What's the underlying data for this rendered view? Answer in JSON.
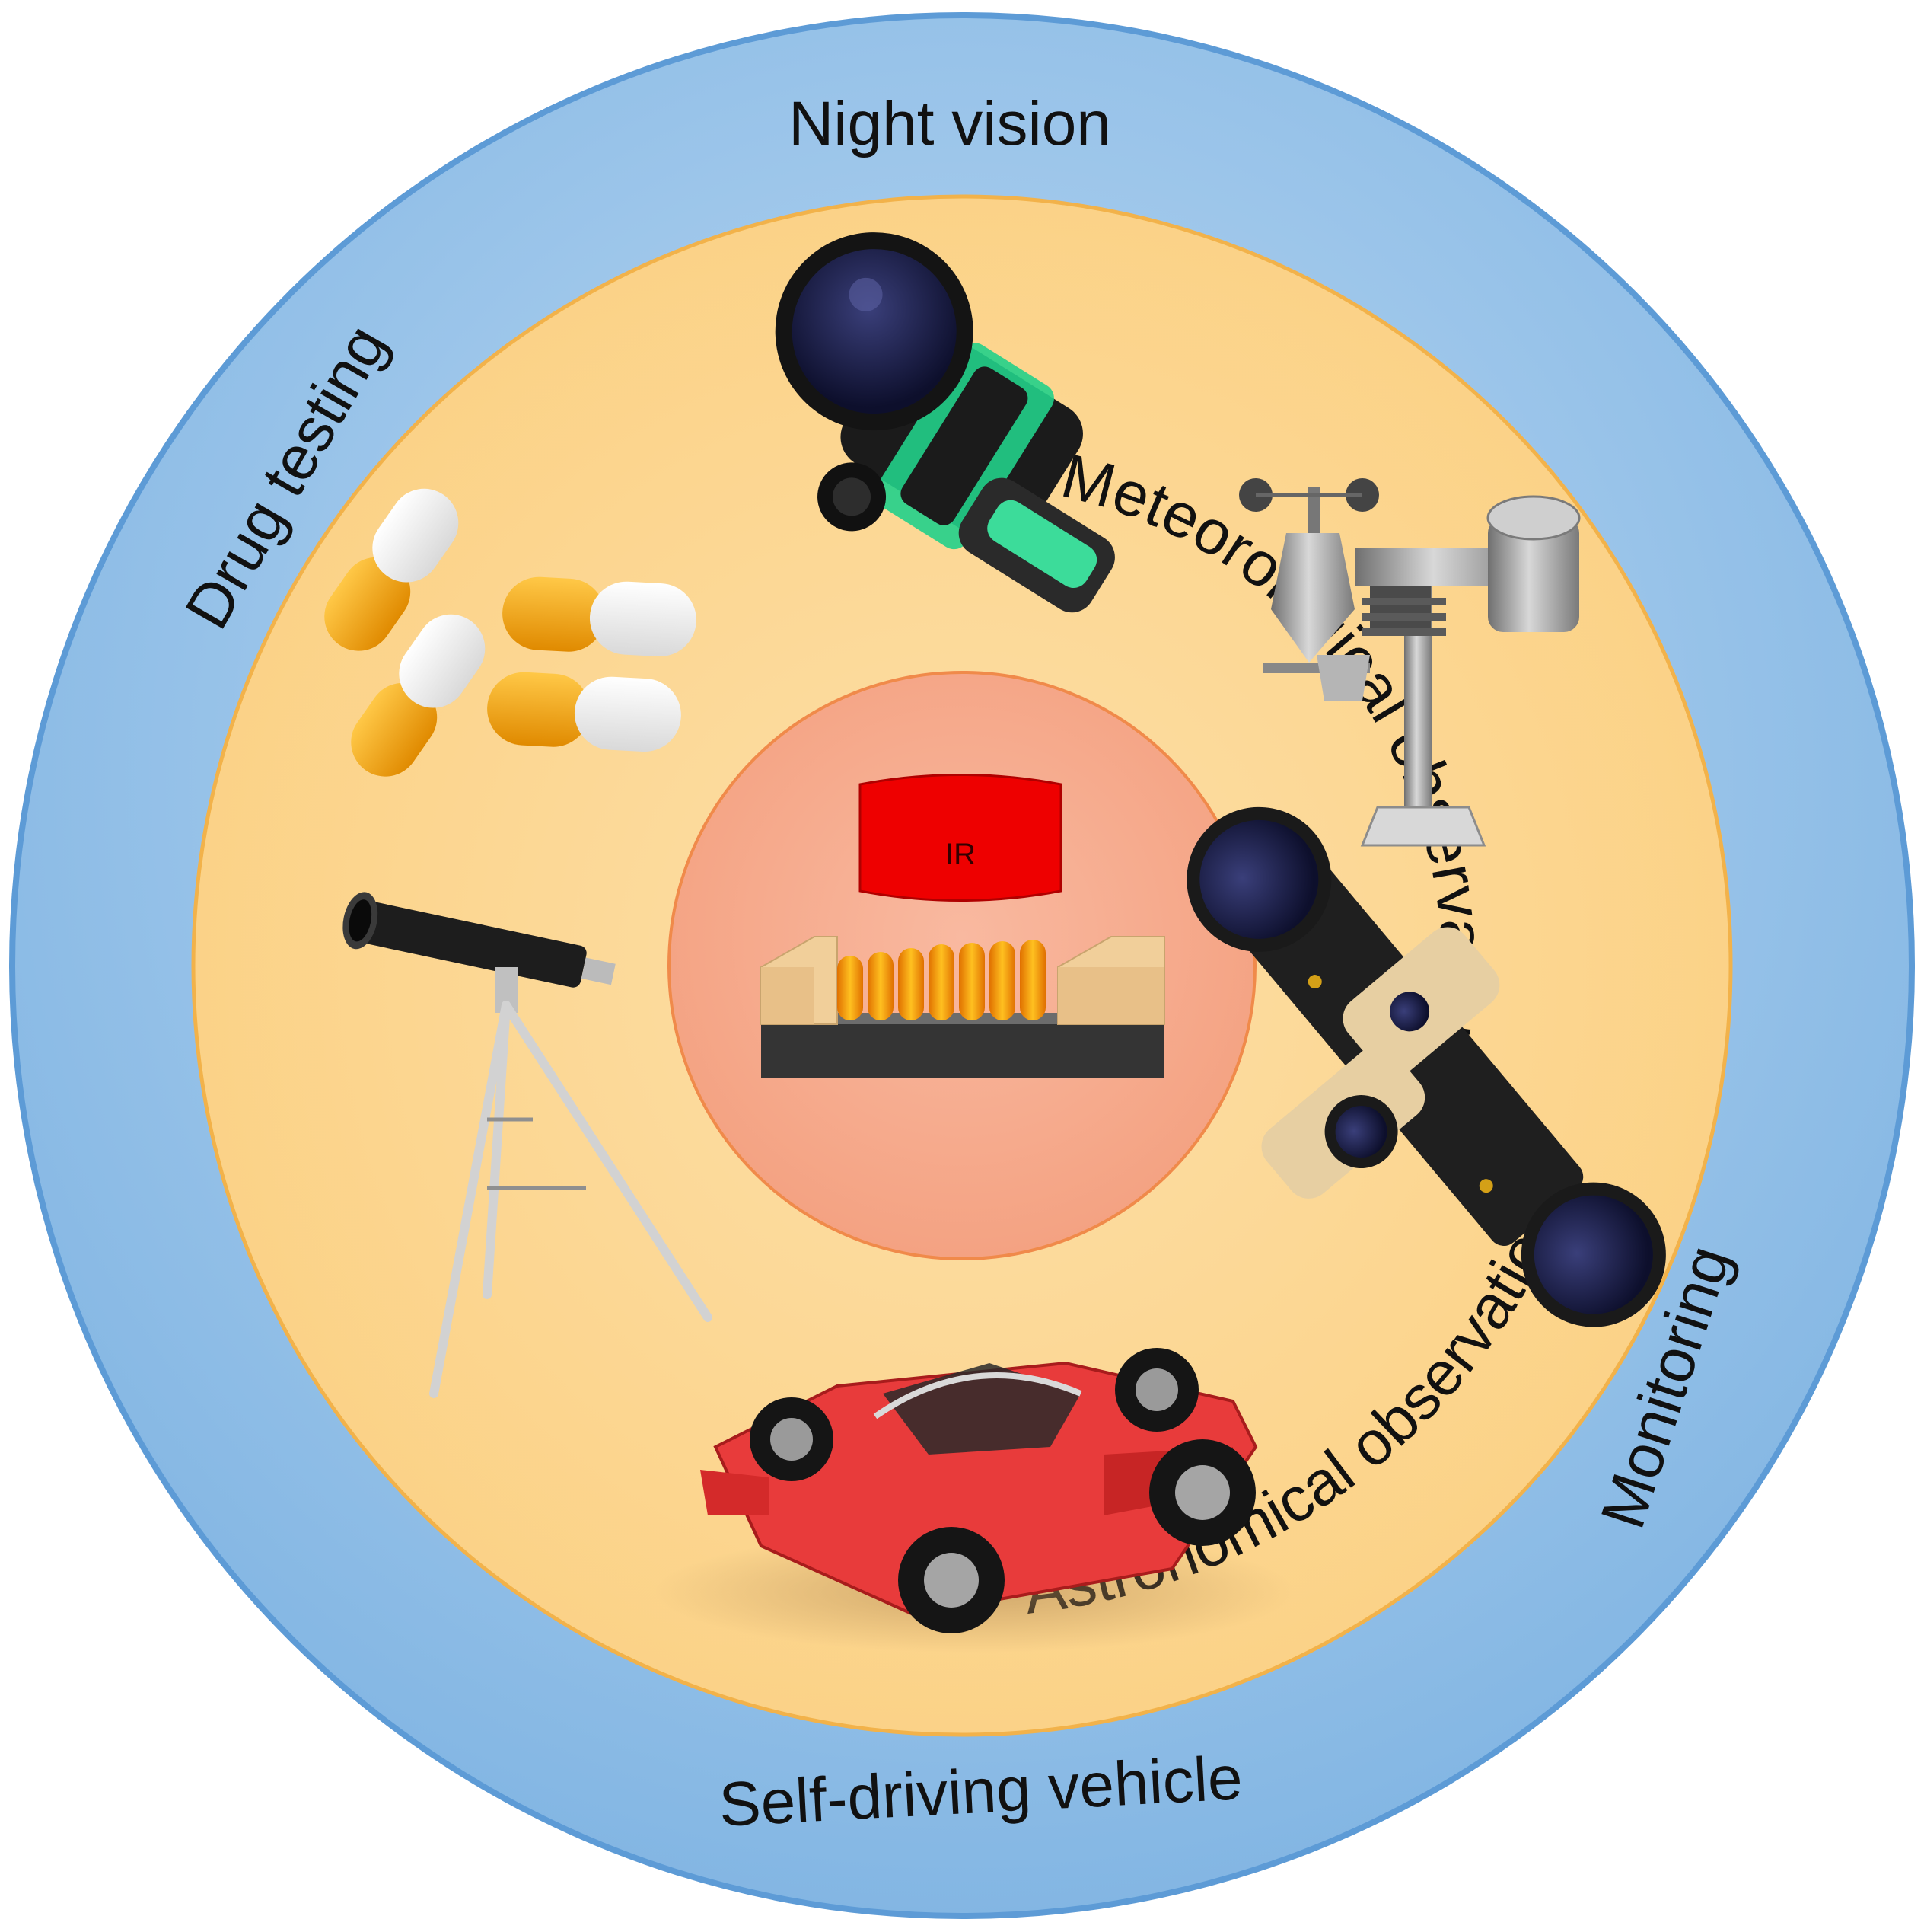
{
  "diagram": {
    "center": {
      "source_label": "IR"
    },
    "applications": [
      {
        "id": "night-vision",
        "label": "Night vision",
        "icon": "night-vision-device-icon"
      },
      {
        "id": "meteorological",
        "label": "Meteorological observations",
        "icon": "weather-station-icon"
      },
      {
        "id": "monitoring",
        "label": "Monitoring",
        "icon": "surveillance-camera-icon"
      },
      {
        "id": "self-driving",
        "label": "Self-driving vehicle",
        "icon": "race-car-icon"
      },
      {
        "id": "astronomical",
        "label": "Astronomical observations",
        "icon": "telescope-icon"
      },
      {
        "id": "drug-testing",
        "label": "Drug testing",
        "icon": "capsules-icon"
      }
    ],
    "colors": {
      "outer_ring": "#9ec7ea",
      "inner_disc": "#fcd48f",
      "center_disc": "#f8b090",
      "ir_source": "#ee0000"
    }
  }
}
